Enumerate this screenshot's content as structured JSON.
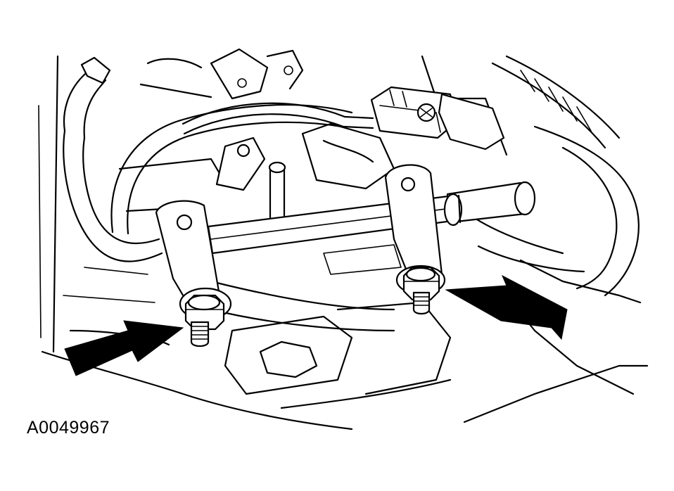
{
  "figure": {
    "id": "A0049967",
    "colors": {
      "line": "#000000",
      "background": "#ffffff"
    },
    "callouts": [
      {
        "name": "left-stud-nut",
        "icon": "arrow-icon"
      },
      {
        "name": "right-stud-nut",
        "icon": "arrow-icon"
      }
    ]
  }
}
